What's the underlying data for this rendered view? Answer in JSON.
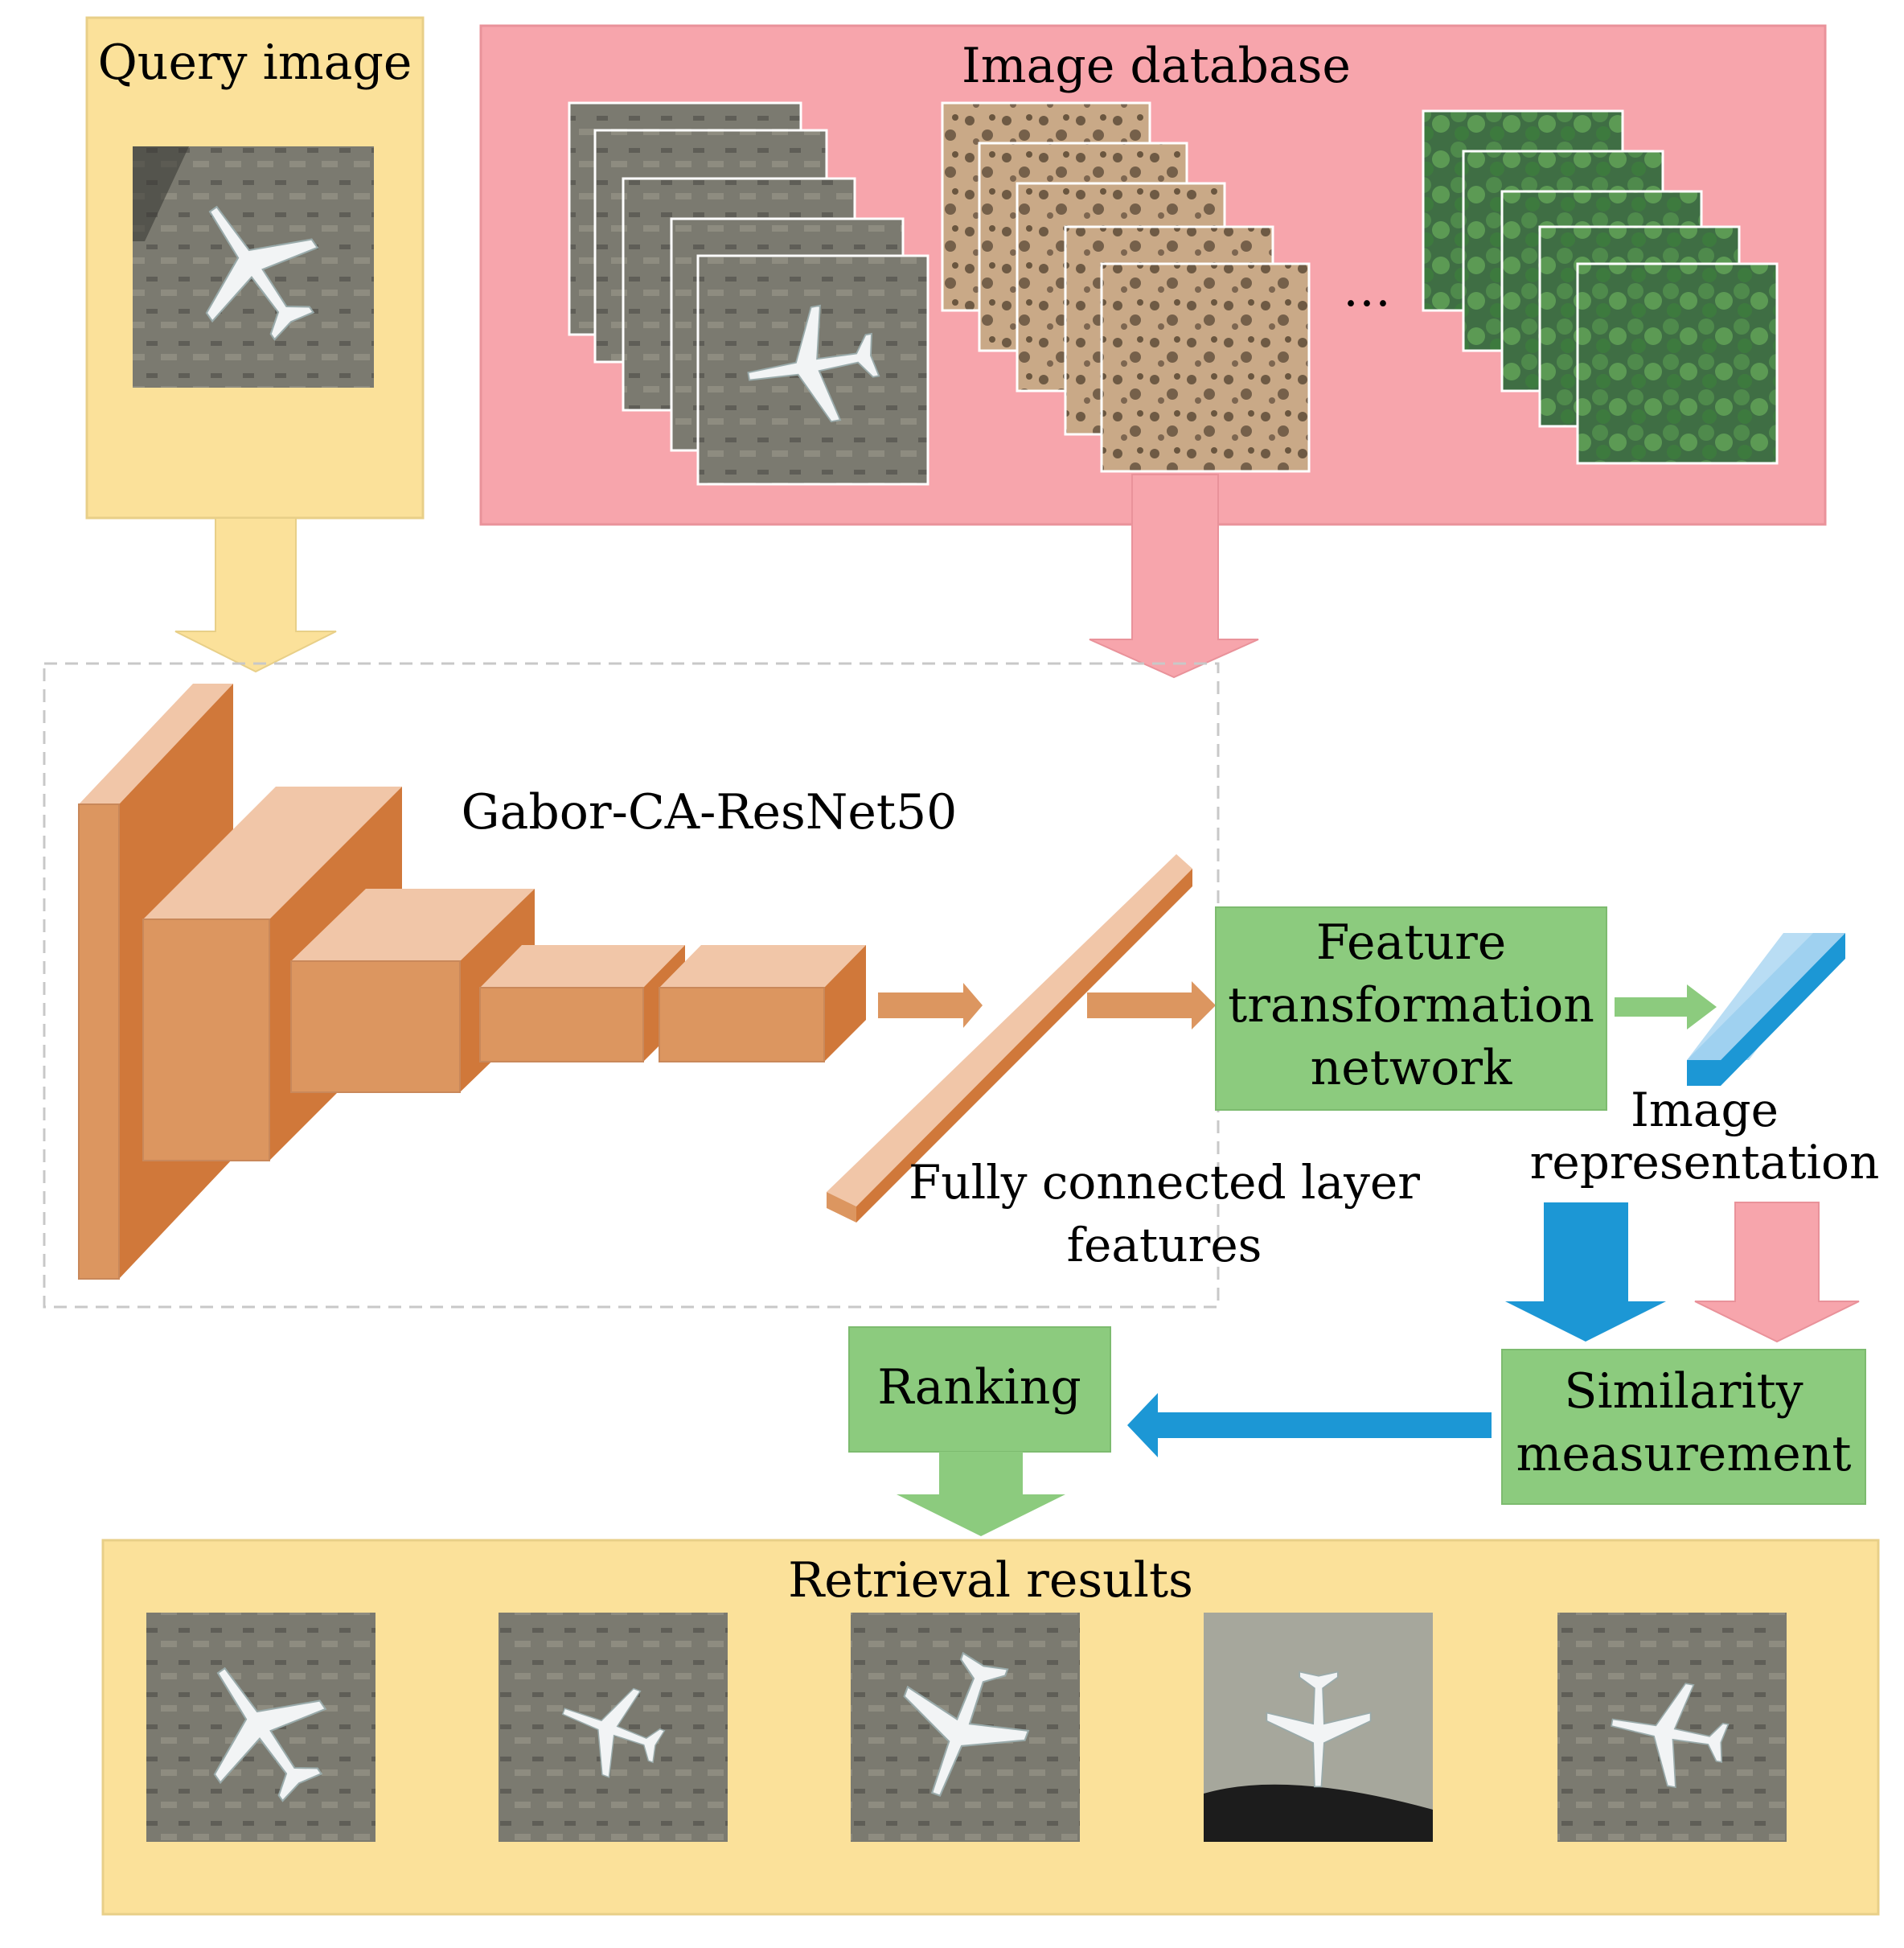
{
  "labels": {
    "query_image": "Query image",
    "image_database": "Image database",
    "ellipsis": "…",
    "network_name": "Gabor-CA-ResNet50",
    "fc_features_line1": "Fully connected layer",
    "fc_features_line2": "features",
    "feature_transform_line1": "Feature",
    "feature_transform_line2": "transformation",
    "feature_transform_line3": "network",
    "image_repr_line1": "Image",
    "image_repr_line2": "representation",
    "similarity_line1": "Similarity",
    "similarity_line2": "measurement",
    "ranking": "Ranking",
    "retrieval_results": "Retrieval results"
  },
  "colors": {
    "query_panel": "#FBE19A",
    "database_panel": "#F7A5AC",
    "green_box": "#8CCB7E",
    "cnn_front": "#DC9660",
    "cnn_top": "#F1C6A8",
    "cnn_side": "#D0783A",
    "blue_arrow": "#1C97D5",
    "results_panel": "#FBE19A"
  },
  "retrieval_thumbnails": [
    "airplane-1",
    "airplane-2",
    "airplane-3",
    "airplane-4",
    "airplane-5"
  ]
}
